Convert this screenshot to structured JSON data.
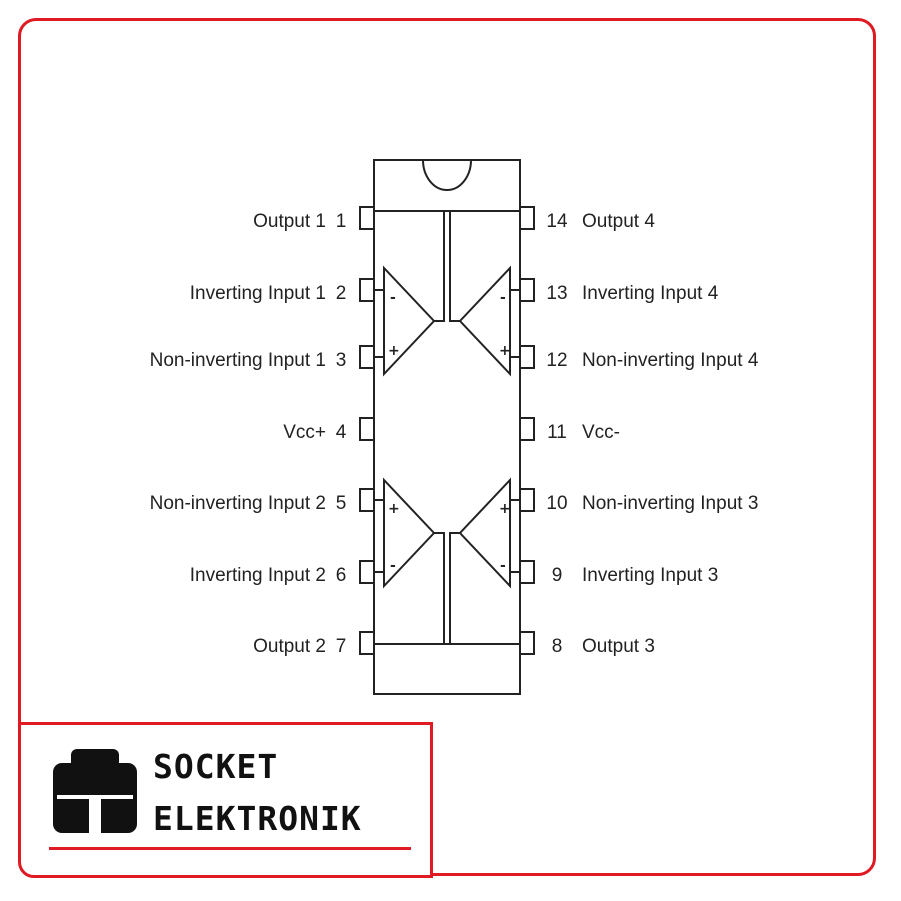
{
  "chip": {
    "left_pins": [
      {
        "number": "1",
        "label": "Output 1"
      },
      {
        "number": "2",
        "label": "Inverting Input 1"
      },
      {
        "number": "3",
        "label": "Non-inverting Input 1"
      },
      {
        "number": "4",
        "label": "Vcc+"
      },
      {
        "number": "5",
        "label": "Non-inverting Input 2"
      },
      {
        "number": "6",
        "label": "Inverting Input 2"
      },
      {
        "number": "7",
        "label": "Output 2"
      }
    ],
    "right_pins": [
      {
        "number": "14",
        "label": "Output 4"
      },
      {
        "number": "13",
        "label": "Inverting Input 4"
      },
      {
        "number": "12",
        "label": "Non-inverting Input 4"
      },
      {
        "number": "11",
        "label": "Vcc-"
      },
      {
        "number": "10",
        "label": "Non-inverting Input 3"
      },
      {
        "number": "9",
        "label": "Inverting Input 3"
      },
      {
        "number": "8",
        "label": "Output 3"
      }
    ]
  },
  "opamp_signs": {
    "minus": "-",
    "plus": "+"
  },
  "brand": {
    "line1": "SOCKET",
    "line2": "ELEKTRONIK"
  },
  "colors": {
    "frame": "#e01a22",
    "ink": "#222222"
  }
}
